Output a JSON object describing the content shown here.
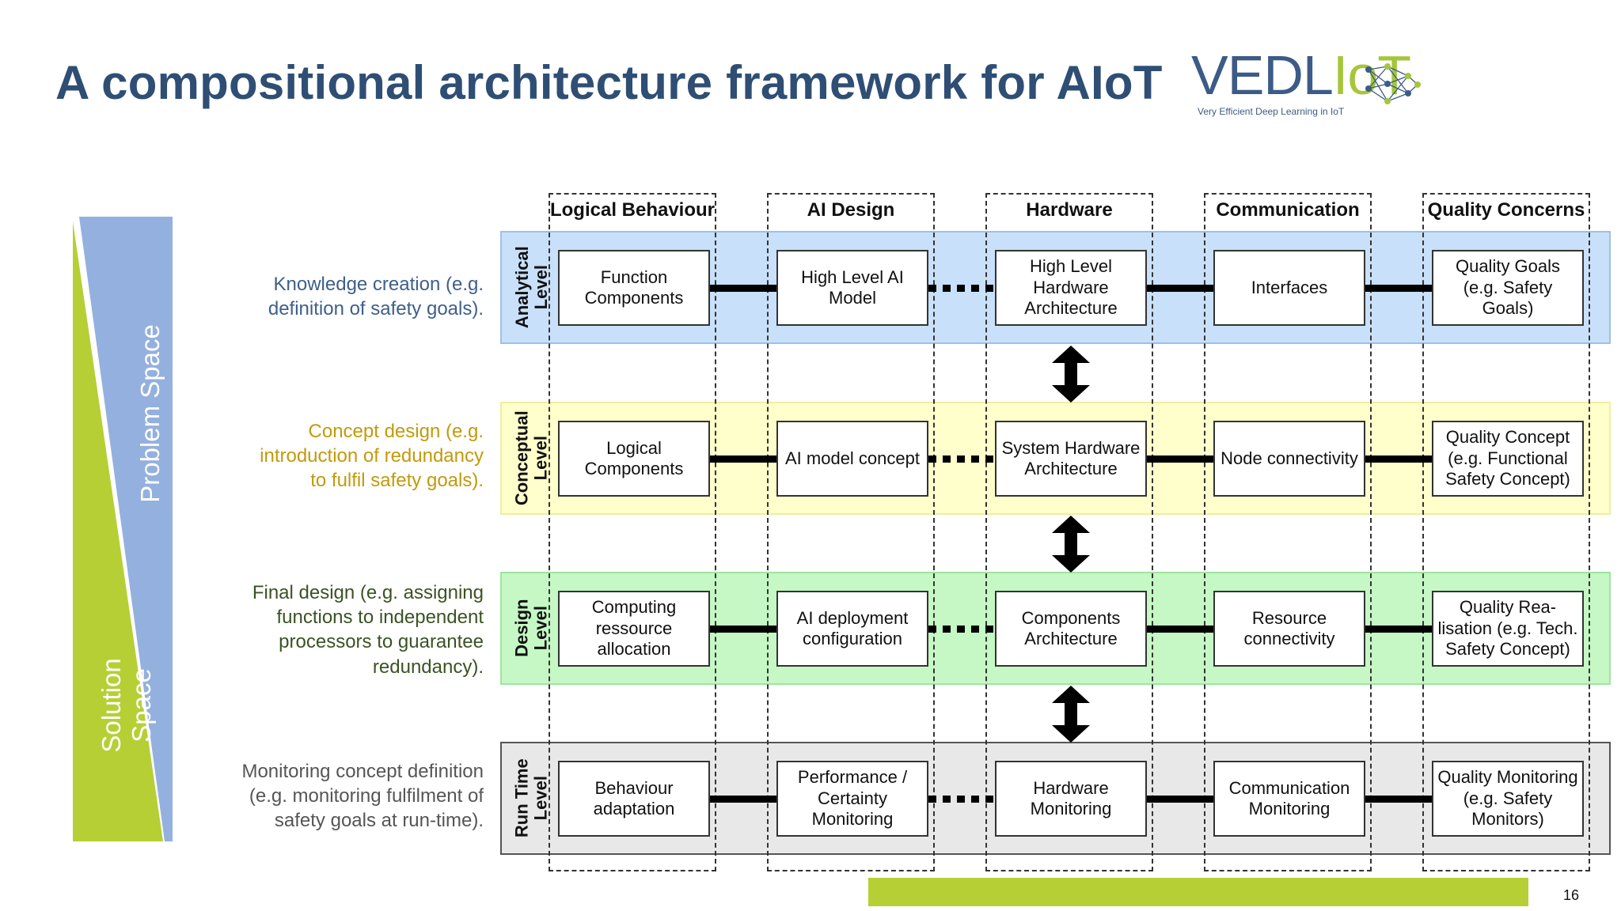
{
  "title": "A compositional architecture framework for AIoT",
  "logo": {
    "main": "VEDL",
    "accent": "IoT",
    "tagline": "Very Efficient Deep Learning in IoT"
  },
  "colors": {
    "title": "#2f4e74",
    "analytical": "#c9e0fa",
    "conceptual": "#ffffcc",
    "design": "#c5f8c5",
    "runtime": "#e8e8e8",
    "problem_space": "#94b0de",
    "solution_space": "#b6cf35"
  },
  "spaces": {
    "problem": "Problem Space",
    "solution": "Solution\nSpace"
  },
  "columns": [
    "Logical Behaviour",
    "AI Design",
    "Hardware",
    "Communication",
    "Quality Concerns"
  ],
  "levels": [
    {
      "label": "Analytical\nLevel",
      "description": "Knowledge creation (e.g.\ndefinition of safety goals).",
      "cells": [
        "Function\nComponents",
        "High Level AI\nModel",
        "High Level\nHardware\nArchitecture",
        "Interfaces",
        "Quality Goals\n(e.g. Safety\nGoals)"
      ]
    },
    {
      "label": "Conceptual\nLevel",
      "description": "Concept design (e.g.\nintroduction of redundancy\nto fulfil safety goals).",
      "cells": [
        "Logical\nComponents",
        "AI model concept",
        "System Hardware\nArchitecture",
        "Node connectivity",
        "Quality Concept\n(e.g. Functional\nSafety Concept)"
      ]
    },
    {
      "label": "Design\nLevel",
      "description": "Final design (e.g. assigning\nfunctions to independent\nprocessors to guarantee\nredundancy).",
      "cells": [
        "Computing\nressource\nallocation",
        "AI deployment\nconfiguration",
        "Components\nArchitecture",
        "Resource\nconnectivity",
        "Quality Rea-\nlisation (e.g. Tech.\nSafety Concept)"
      ]
    },
    {
      "label": "Run Time\nLevel",
      "description": "Monitoring concept definition\n(e.g. monitoring fulfilment of\nsafety goals at run-time).",
      "cells": [
        "Behaviour\nadaptation",
        "Performance /\nCertainty\nMonitoring",
        "Hardware\nMonitoring",
        "Communication\nMonitoring",
        "Quality Monitoring\n(e.g. Safety\nMonitors)"
      ]
    }
  ],
  "page_number": "16"
}
